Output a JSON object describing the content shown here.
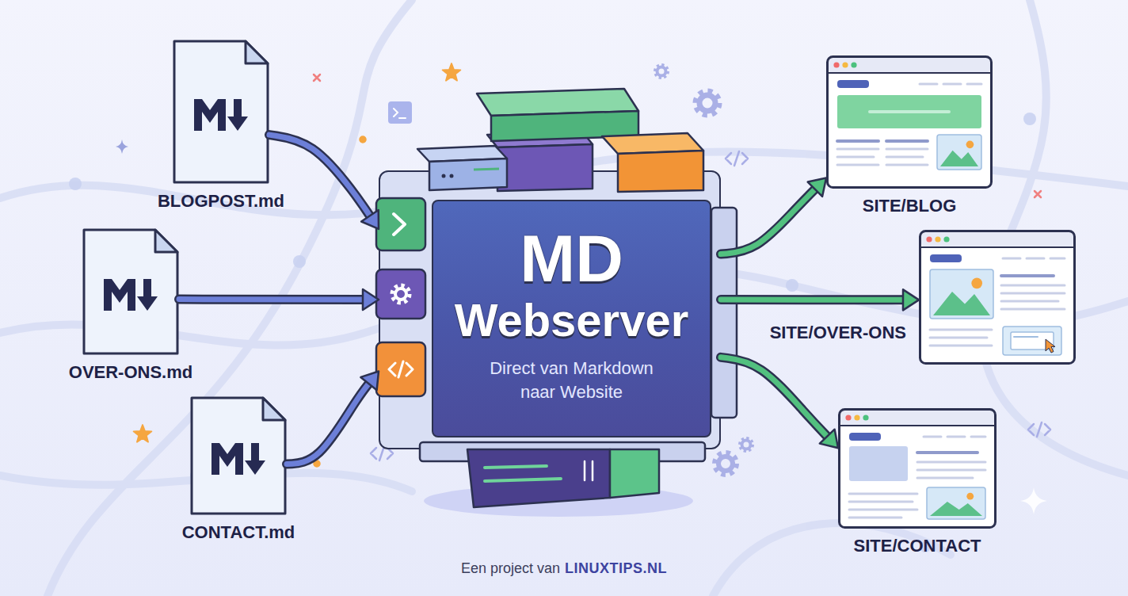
{
  "diagram": {
    "nodes": [
      {
        "text": [
          "BLOGPOST.md"
        ]
      },
      {
        "text": [
          "OVER-ONS.md"
        ]
      },
      {
        "text": [
          "CONTACT.md"
        ]
      },
      {
        "text": [
          "MD Webserver",
          "Direct van Markdown naar Website"
        ]
      },
      {
        "text": [
          "SITE/BLOG"
        ]
      },
      {
        "text": [
          "SITE/OVER-ONS"
        ]
      },
      {
        "text": [
          "SITE/CONTACT"
        ]
      }
    ],
    "edges": [
      {
        "from": 0,
        "to": 3,
        "arrow": "to"
      },
      {
        "from": 1,
        "to": 3,
        "arrow": "to"
      },
      {
        "from": 2,
        "to": 3,
        "arrow": "to"
      },
      {
        "from": 3,
        "to": 4,
        "arrow": "to"
      },
      {
        "from": 3,
        "to": 5,
        "arrow": "to"
      },
      {
        "from": 3,
        "to": 6,
        "arrow": "to"
      }
    ],
    "labels": [
      "Een project van",
      "LINUXTIPS.NL"
    ]
  }
}
